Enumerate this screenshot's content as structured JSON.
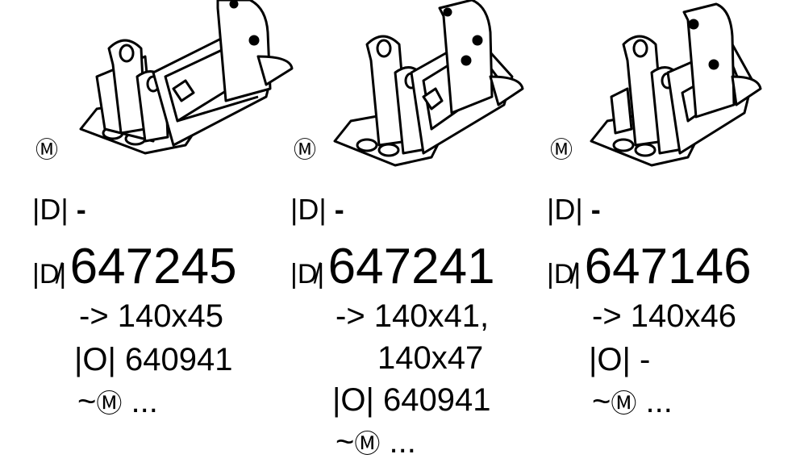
{
  "columns": [
    {
      "m_symbol": "Ⓜ",
      "d_symbol": "|D|",
      "d_value": "-",
      "nd_symbol": "|D̸|",
      "part_number": "647245",
      "arrow_line": "-> 140x45",
      "arrow_line_2": "",
      "o_symbol": "|O|",
      "o_value": "640941",
      "m_line_prefix": "~",
      "m_line_icon": "Ⓜ",
      "m_line_suffix": " ..."
    },
    {
      "m_symbol": "Ⓜ",
      "d_symbol": "|D|",
      "d_value": "-",
      "nd_symbol": "|D̸|",
      "part_number": "647241",
      "arrow_line": "-> 140x41,",
      "arrow_line_2": "140x47",
      "o_symbol": "|O|",
      "o_value": "640941",
      "m_line_prefix": "~",
      "m_line_icon": "Ⓜ",
      "m_line_suffix": " ..."
    },
    {
      "m_symbol": "Ⓜ",
      "d_symbol": "|D|",
      "d_value": "-",
      "nd_symbol": "|D̸|",
      "part_number": "647146",
      "arrow_line": "-> 140x46",
      "arrow_line_2": "",
      "o_symbol": "|O|",
      "o_value": "-",
      "m_line_prefix": "~",
      "m_line_icon": "Ⓜ",
      "m_line_suffix": " ..."
    }
  ]
}
